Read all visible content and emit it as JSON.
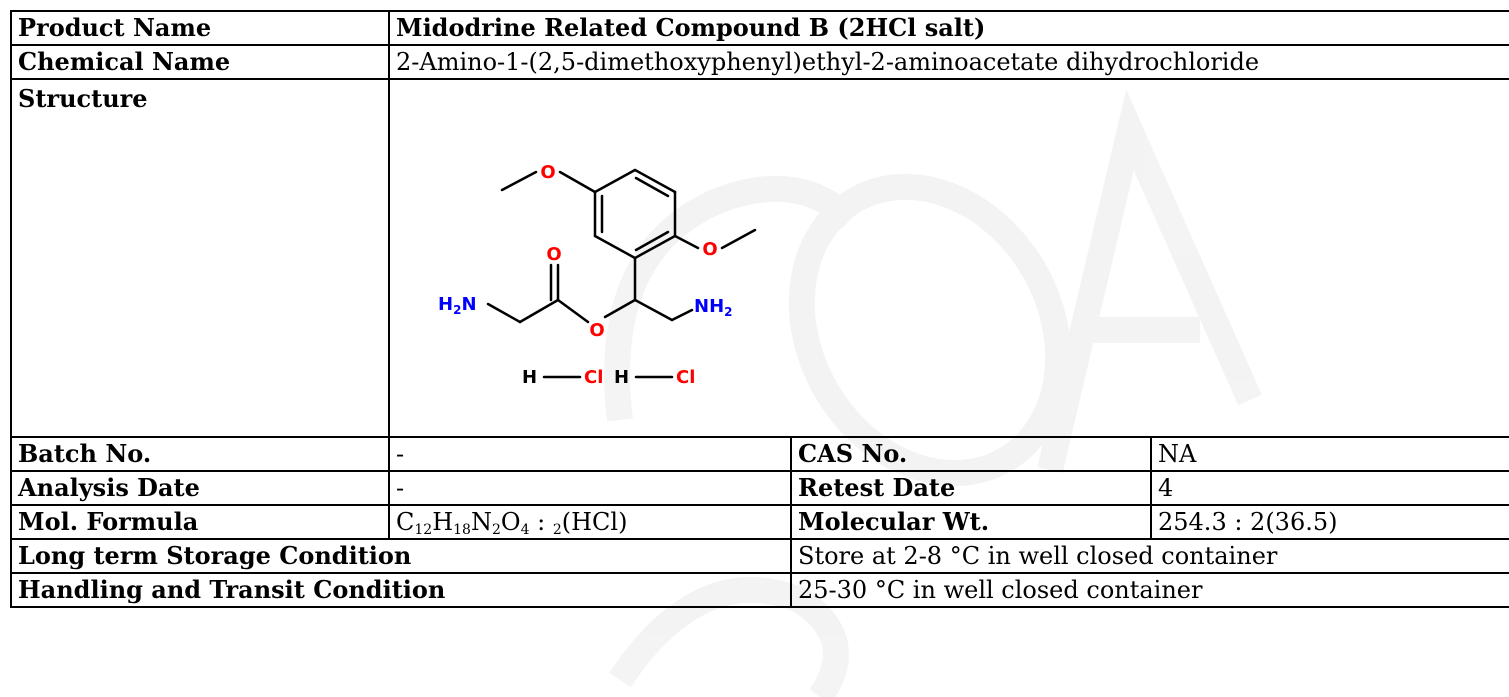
{
  "labels": {
    "product_name": "Product Name",
    "chemical_name": "Chemical Name",
    "structure": "Structure",
    "batch_no": "Batch No.",
    "cas_no": "CAS No.",
    "analysis_date": "Analysis Date",
    "retest_date": "Retest Date",
    "mol_formula": "Mol. Formula",
    "molecular_wt": "Molecular Wt.",
    "long_term_storage": "Long term Storage Condition",
    "handling_transit": "Handling and Transit Condition"
  },
  "values": {
    "product_name": "Midodrine Related Compound B (2HCl salt)",
    "chemical_name": "2-Amino-1-(2,5-dimethoxyphenyl)ethyl-2-aminoacetate dihydrochloride",
    "batch_no": "-",
    "cas_no": "NA",
    "analysis_date": "-",
    "retest_date": "4",
    "formula": {
      "c": "C",
      "c_n": "12",
      "h": "H",
      "h_n": "18",
      "n": "N",
      "n_n": "2",
      "o": "O",
      "o_n": "4",
      "sep": " : ",
      "salt_n": "2",
      "salt": "(HCl)"
    },
    "molecular_wt": "254.3 : 2(36.5)",
    "long_term_storage": "Store at 2-8 °C in well closed container",
    "handling_transit": "25-30 °C in well closed container"
  },
  "structure": {
    "atoms": {
      "o_top": "O",
      "o_right": "O",
      "o_carbonyl": "O",
      "o_ester": "O",
      "h2n_left_h": "H",
      "h2n_left_sub": "2",
      "h2n_left_n": "N",
      "nh2_right_n": "NH",
      "nh2_right_sub": "2",
      "hcl1_h": "H",
      "hcl1_cl": "Cl",
      "hcl2_h": "H",
      "hcl2_cl": "Cl"
    },
    "colors": {
      "oxygen": "#ff0000",
      "nitrogen": "#0000ff",
      "chlorine": "#ff0000",
      "bond": "#000000"
    }
  }
}
